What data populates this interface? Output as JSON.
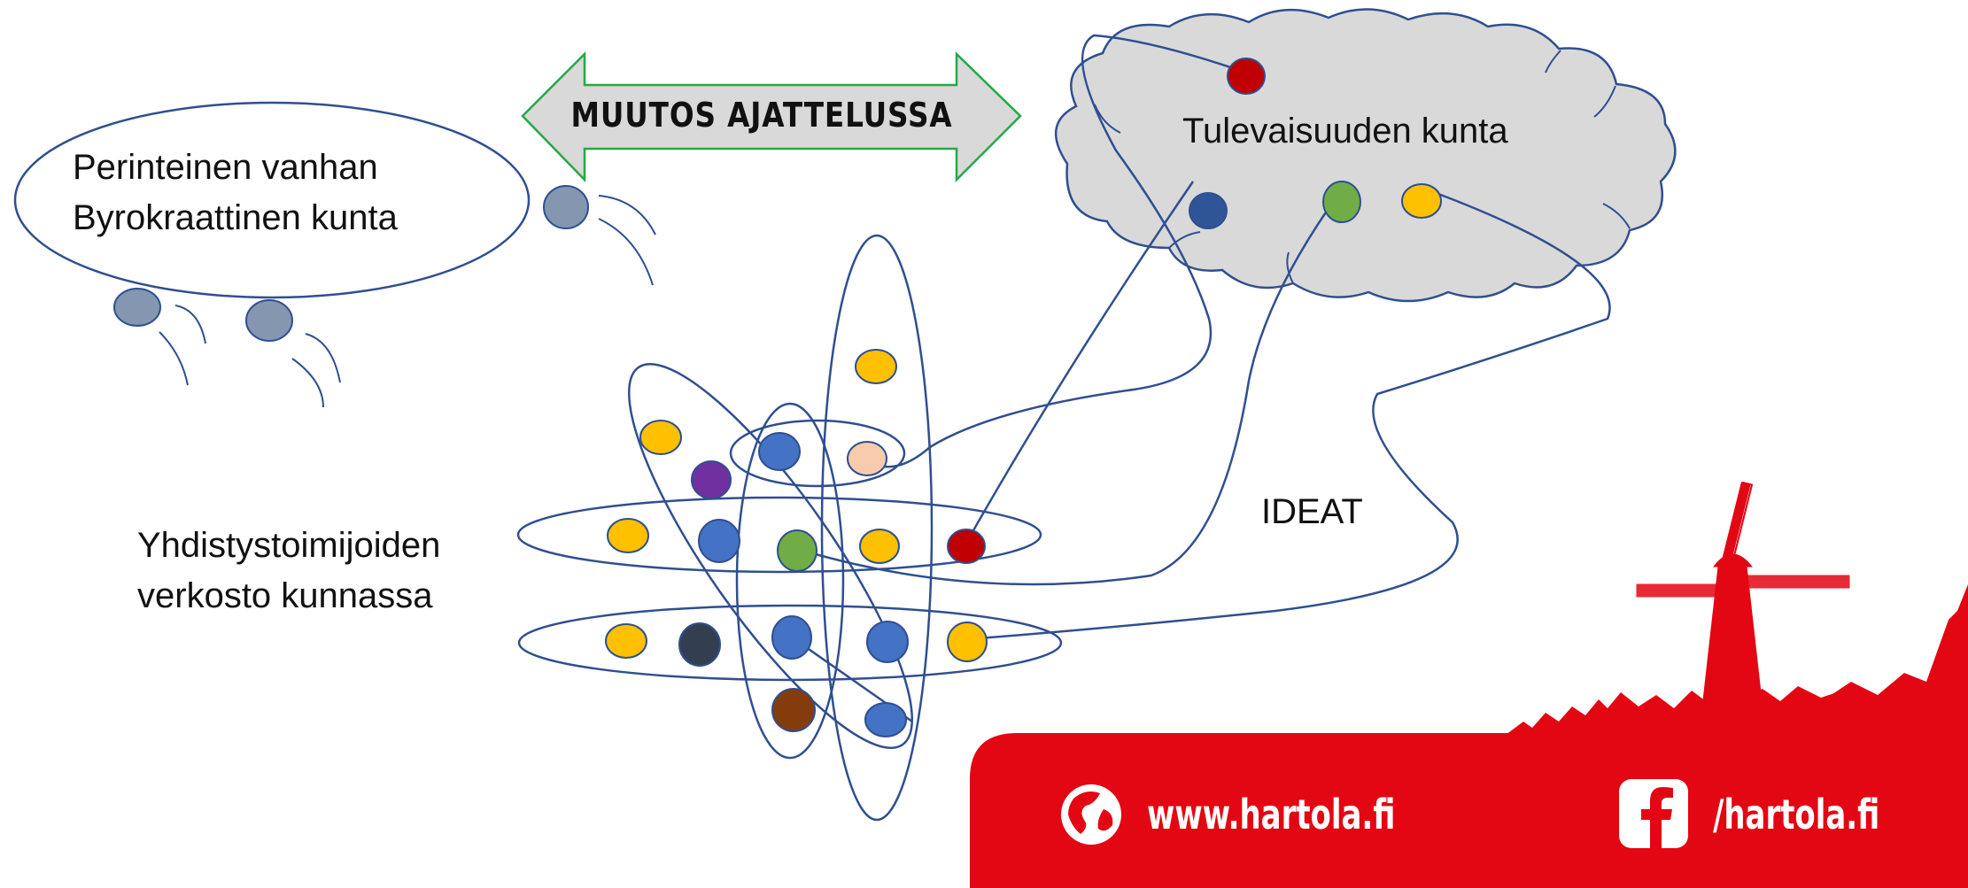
{
  "labels": {
    "old_municipality_line1": "Perinteinen vanhan",
    "old_municipality_line2": "Byrokraattinen kunta",
    "arrow": "MUUTOS AJATTELUSSA",
    "future_municipality": "Tulevaisuuden kunta",
    "network_line1": "Yhdistystoimijoiden",
    "network_line2": "verkosto kunnassa",
    "ideas": "IDEAT"
  },
  "footer": {
    "website": "www.hartola.fi",
    "facebook": "/hartola.fi",
    "web_icon": "globe-icon",
    "fb_icon": "facebook-icon"
  },
  "colors": {
    "outline": "#2F4F8F",
    "arrow_fill": "#D9D9D9",
    "arrow_border": "#22AA44",
    "cloud_fill": "#D9D9D9",
    "brand_red": "#E30613",
    "grey_blue": "#8496B0",
    "yellow": "#FFC000",
    "blue": "#4472C4",
    "dark_blue": "#2F5597",
    "green": "#70AD47",
    "red": "#C00000",
    "peach": "#F8CBAD",
    "purple": "#7030A0",
    "navy": "#333F50",
    "brown": "#843C0C"
  }
}
